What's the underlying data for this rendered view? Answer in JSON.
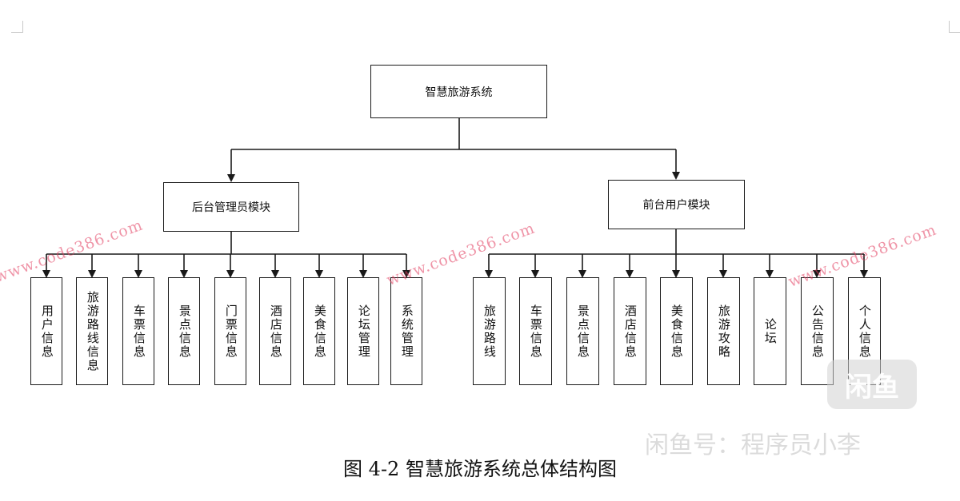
{
  "diagram": {
    "root": {
      "label": "智慧旅游系统"
    },
    "modules": [
      {
        "label": "后台管理员模块",
        "children": [
          "用户信息",
          "旅游路线信息",
          "车票信息",
          "景点信息",
          "门票信息",
          "酒店信息",
          "美食信息",
          "论坛管理",
          "系统管理"
        ]
      },
      {
        "label": "前台用户模块",
        "children": [
          "旅游路线",
          "车票信息",
          "景点信息",
          "酒店信息",
          "美食信息",
          "旅游攻略",
          "论坛",
          "公告信息",
          "个人信息"
        ]
      }
    ]
  },
  "caption": "图 4-2  智慧旅游系统总体结构图",
  "watermarks": {
    "site_text": "www.code386.com",
    "app_logo_text": "闲鱼",
    "app_account_text": "闲鱼号：程序员小李"
  },
  "colors": {
    "line": "#1a1a1a",
    "watermark": "#e13c5f"
  }
}
